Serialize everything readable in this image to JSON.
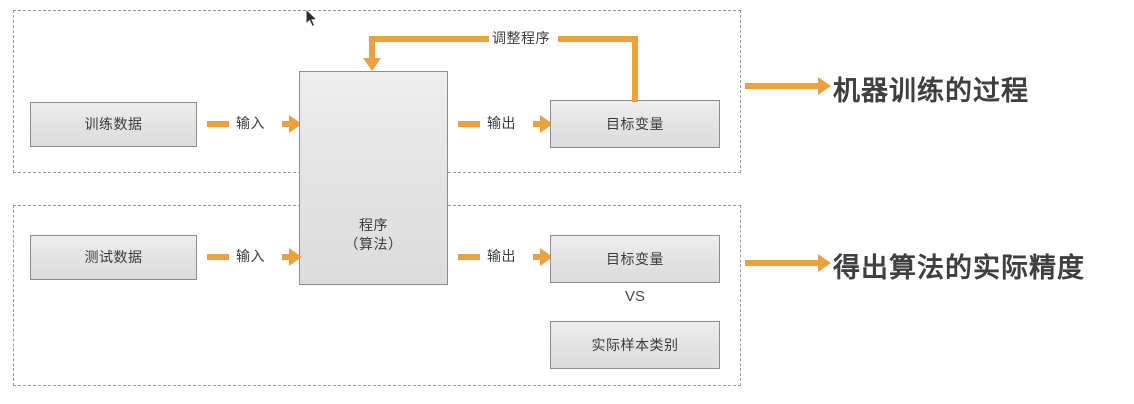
{
  "diagram": {
    "title_hidden": "",
    "accent_color": "#eda13e",
    "box_fill": "#e4e4e4",
    "text_color": "#3b3b3b",
    "groups": [
      {
        "name": "training-flow"
      },
      {
        "name": "testing-flow"
      }
    ],
    "nodes": {
      "train_data": "训练数据",
      "test_data": "测试数据",
      "program_line_1": "程序",
      "program_line_2": "（算法）",
      "target_variable_train": "目标变量",
      "target_variable_test": "目标变量",
      "actual_label": "实际样本类别",
      "vs": "VS"
    },
    "edges": {
      "input_1": "输入",
      "input_2": "输入",
      "output_1": "输出",
      "output_2": "输出",
      "feedback": "调整程序"
    },
    "conclusions": {
      "training": "机器训练的过程",
      "testing": "得出算法的实际精度"
    }
  }
}
